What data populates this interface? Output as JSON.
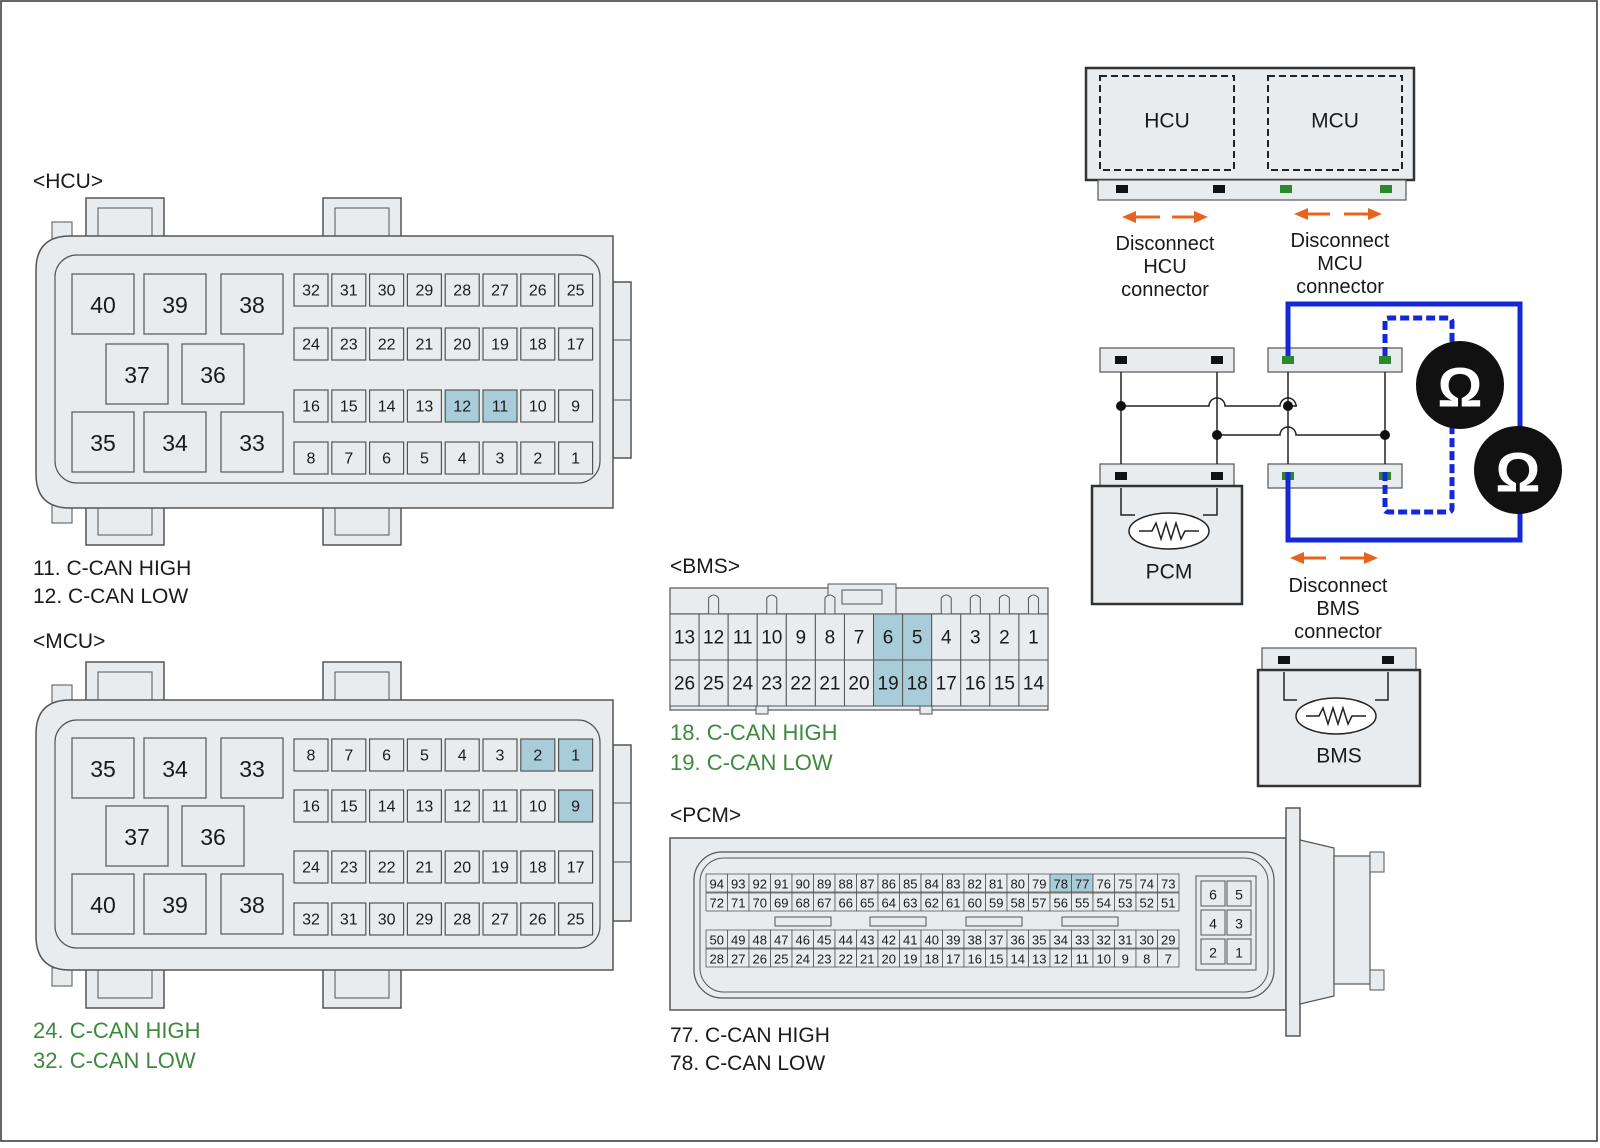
{
  "colors": {
    "highlight": "#a9cdd8",
    "connector_fill": "#e9ecee",
    "connector_stroke": "#555555",
    "label_green": "#3d8a3d",
    "arrow_orange": "#e8641e",
    "meter_wire_blue": "#1428d8",
    "terminal_green": "#2a8a2a",
    "terminal_black": "#111111"
  },
  "hcu": {
    "title": "<HCU>",
    "big_pins": [
      "40",
      "39",
      "38",
      "37",
      "36",
      "35",
      "34",
      "33"
    ],
    "rows": [
      [
        "32",
        "31",
        "30",
        "29",
        "28",
        "27",
        "26",
        "25"
      ],
      [
        "24",
        "23",
        "22",
        "21",
        "20",
        "19",
        "18",
        "17"
      ],
      [
        "16",
        "15",
        "14",
        "13",
        "12",
        "11",
        "10",
        "9"
      ],
      [
        "8",
        "7",
        "6",
        "5",
        "4",
        "3",
        "2",
        "1"
      ]
    ],
    "highlighted": [
      "12",
      "11"
    ],
    "legend": [
      "11. C-CAN HIGH",
      "12. C-CAN LOW"
    ]
  },
  "mcu": {
    "title": "<MCU>",
    "big_pins": [
      "35",
      "34",
      "33",
      "37",
      "36",
      "40",
      "39",
      "38"
    ],
    "rows": [
      [
        "8",
        "7",
        "6",
        "5",
        "4",
        "3",
        "2",
        "1"
      ],
      [
        "16",
        "15",
        "14",
        "13",
        "12",
        "11",
        "10",
        "9"
      ],
      [
        "24",
        "23",
        "22",
        "21",
        "20",
        "19",
        "18",
        "17"
      ],
      [
        "32",
        "31",
        "30",
        "29",
        "28",
        "27",
        "26",
        "25"
      ]
    ],
    "highlighted": [
      "2",
      "1",
      "9"
    ],
    "legend": [
      "24. C-CAN HIGH",
      "32. C-CAN LOW"
    ]
  },
  "bms": {
    "title": "<BMS>",
    "rows": [
      [
        "13",
        "12",
        "11",
        "10",
        "9",
        "8",
        "7",
        "6",
        "5",
        "4",
        "3",
        "2",
        "1"
      ],
      [
        "26",
        "25",
        "24",
        "23",
        "22",
        "21",
        "20",
        "19",
        "18",
        "17",
        "16",
        "15",
        "14"
      ]
    ],
    "highlighted": [
      "6",
      "5",
      "19",
      "18"
    ],
    "legend": [
      "18. C-CAN HIGH",
      "19. C-CAN LOW"
    ]
  },
  "pcm": {
    "title": "<PCM>",
    "rows": [
      [
        "94",
        "93",
        "92",
        "91",
        "90",
        "89",
        "88",
        "87",
        "86",
        "85",
        "84",
        "83",
        "82",
        "81",
        "80",
        "79",
        "78",
        "77",
        "76",
        "75",
        "74",
        "73"
      ],
      [
        "72",
        "71",
        "70",
        "69",
        "68",
        "67",
        "66",
        "65",
        "64",
        "63",
        "62",
        "61",
        "60",
        "59",
        "58",
        "57",
        "56",
        "55",
        "54",
        "53",
        "52",
        "51"
      ],
      [
        "50",
        "49",
        "48",
        "47",
        "46",
        "45",
        "44",
        "43",
        "42",
        "41",
        "40",
        "39",
        "38",
        "37",
        "36",
        "35",
        "34",
        "33",
        "32",
        "31",
        "30",
        "29"
      ],
      [
        "28",
        "27",
        "26",
        "25",
        "24",
        "23",
        "22",
        "21",
        "20",
        "19",
        "18",
        "17",
        "16",
        "15",
        "14",
        "13",
        "12",
        "11",
        "10",
        "9",
        "8",
        "7"
      ]
    ],
    "small_block": [
      [
        "6",
        "5"
      ],
      [
        "4",
        "3"
      ],
      [
        "2",
        "1"
      ]
    ],
    "highlighted": [
      "78",
      "77"
    ],
    "legend": [
      "77. C-CAN HIGH",
      "78. C-CAN LOW"
    ]
  },
  "schematic": {
    "hcu_label": "HCU",
    "mcu_label": "MCU",
    "pcm_label": "PCM",
    "bms_label": "BMS",
    "disconnect_hcu": [
      "Disconnect",
      "HCU",
      "connector"
    ],
    "disconnect_mcu": [
      "Disconnect",
      "MCU",
      "connector"
    ],
    "disconnect_bms": [
      "Disconnect",
      "BMS",
      "connector"
    ],
    "ohm_symbol": "Ω"
  }
}
